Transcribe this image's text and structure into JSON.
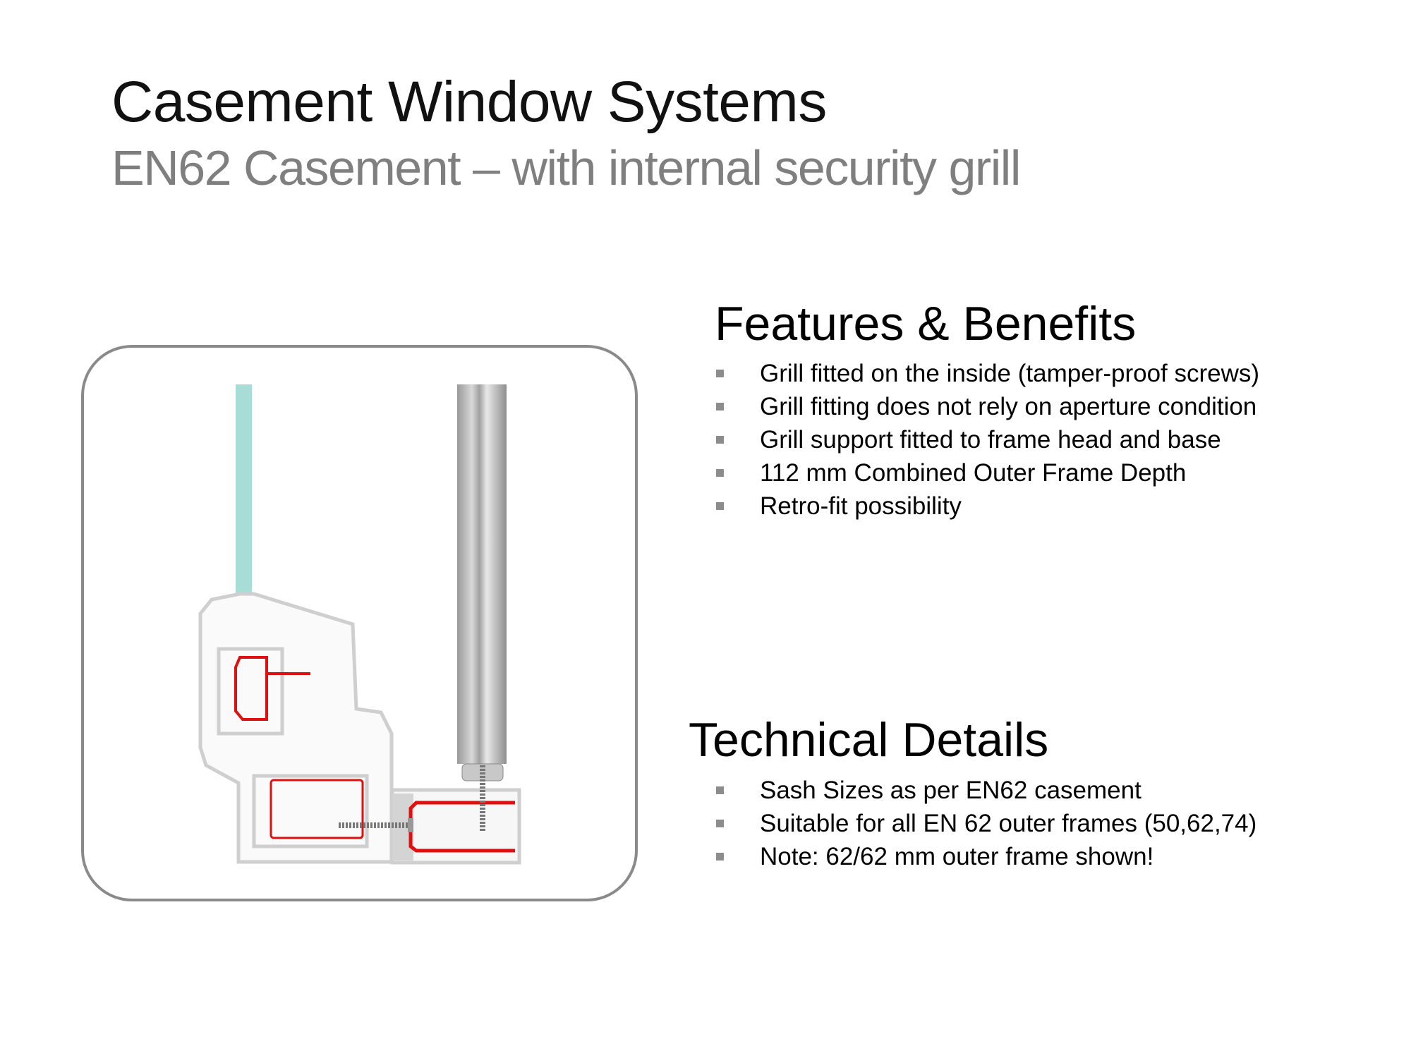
{
  "header": {
    "title": "Casement Window Systems",
    "subtitle": "EN62 Casement – with internal security grill"
  },
  "features": {
    "heading": "Features & Benefits",
    "items": [
      "Grill fitted on the inside (tamper-proof screws)",
      "Grill fitting does not rely on aperture condition",
      "Grill support fitted to frame head and base",
      "112 mm Combined Outer Frame Depth",
      "Retro-fit possibility"
    ]
  },
  "technical": {
    "heading": "Technical Details",
    "items": [
      "Sash Sizes as per EN62 casement",
      "Suitable for all EN 62 outer frames (50,62,74)",
      "Note: 62/62 mm outer frame shown!"
    ]
  },
  "colors": {
    "subtitle": "#7f7f7f",
    "glass": "#a8dcd6",
    "reinforcement": "#e01010",
    "bullet": "#8c8c8c"
  }
}
